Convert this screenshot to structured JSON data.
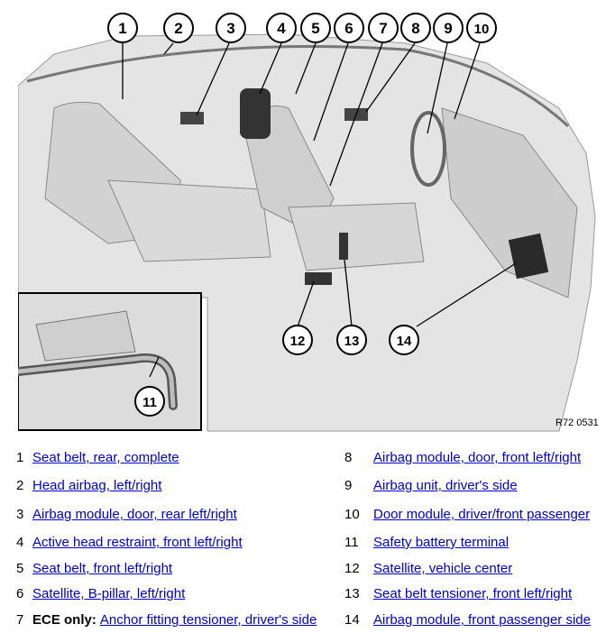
{
  "figure": {
    "code": "R72 0531",
    "callouts": [
      "1",
      "2",
      "3",
      "4",
      "5",
      "6",
      "7",
      "8",
      "9",
      "10",
      "11",
      "12",
      "13",
      "14"
    ]
  },
  "legend": [
    {
      "num": "1",
      "label": "Seat belt, rear, complete"
    },
    {
      "num": "2",
      "label": "Head airbag, left/right"
    },
    {
      "num": "3",
      "label": "Airbag module, door, rear left/right"
    },
    {
      "num": "4",
      "label": "Active head restraint, front left/right"
    },
    {
      "num": "5",
      "label": "Seat belt, front left/right"
    },
    {
      "num": "6",
      "label": "Satellite, B-pillar, left/right"
    },
    {
      "num": "7",
      "prefix": "ECE only:",
      "label": "Anchor fitting tensioner, driver's side"
    },
    {
      "num": "8",
      "label": "Airbag module, door, front left/right"
    },
    {
      "num": "9",
      "label": "Airbag unit, driver's side"
    },
    {
      "num": "10",
      "label": "Door module, driver/front passenger"
    },
    {
      "num": "11",
      "label": "Safety battery terminal"
    },
    {
      "num": "12",
      "label": "Satellite, vehicle center"
    },
    {
      "num": "13",
      "label": "Seat belt tensioner, front left/right"
    },
    {
      "num": "14",
      "label": "Airbag module, front passenger side"
    }
  ]
}
